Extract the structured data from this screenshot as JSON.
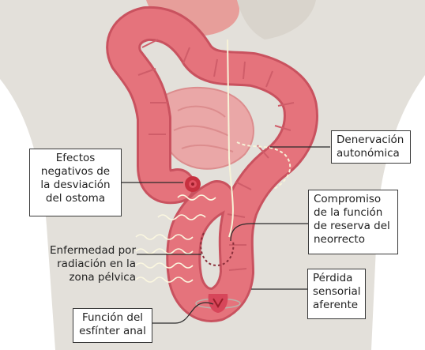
{
  "colors": {
    "background": "#ffffff",
    "body_silhouette": "#e3e0da",
    "colon": "#e5737c",
    "colon_shadow": "#c9525f",
    "small_intestine": "#eaa7a7",
    "nerve": "#f7f3d8",
    "leader_line": "#2a2a2a",
    "box_border": "#3a3a3a"
  },
  "labels": {
    "denervacion": "Denervación\nautonómica",
    "efectos": "Efectos\nnegativos de\nla desviación\ndel ostoma",
    "compromiso": "Compromiso\nde la función\nde reserva del\nneorrecto",
    "enfermedad": "Enfermedad por\nradiación en la\nzona pélvica",
    "perdida": "Pérdida\nsensorial\naferente",
    "funcion": "Función del\nesfínter anal"
  },
  "icons": {
    "stoma": "stoma-icon",
    "radiation": "radiation-wave-icon",
    "anus": "anal-sphincter-icon"
  }
}
